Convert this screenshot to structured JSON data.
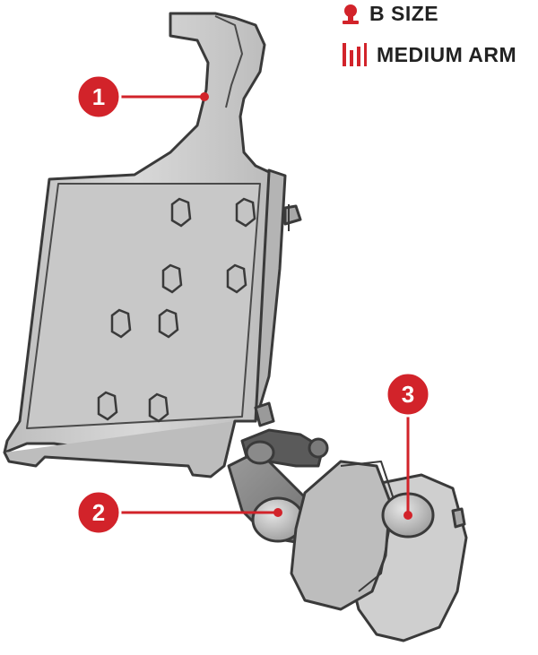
{
  "legend": {
    "size_label": "B SIZE",
    "arm_label": "MEDIUM ARM",
    "size_icon": "ball-icon",
    "arm_icon": "arm-length-icon"
  },
  "callouts": [
    {
      "number": "1",
      "target": "holder-cradle"
    },
    {
      "number": "2",
      "target": "arm-socket-ball"
    },
    {
      "number": "3",
      "target": "suction-base-ball"
    }
  ],
  "colors": {
    "accent": "#d2232a",
    "part_fill": "#cfcfcf",
    "part_stroke": "#3a3a3a",
    "text": "#222222"
  }
}
